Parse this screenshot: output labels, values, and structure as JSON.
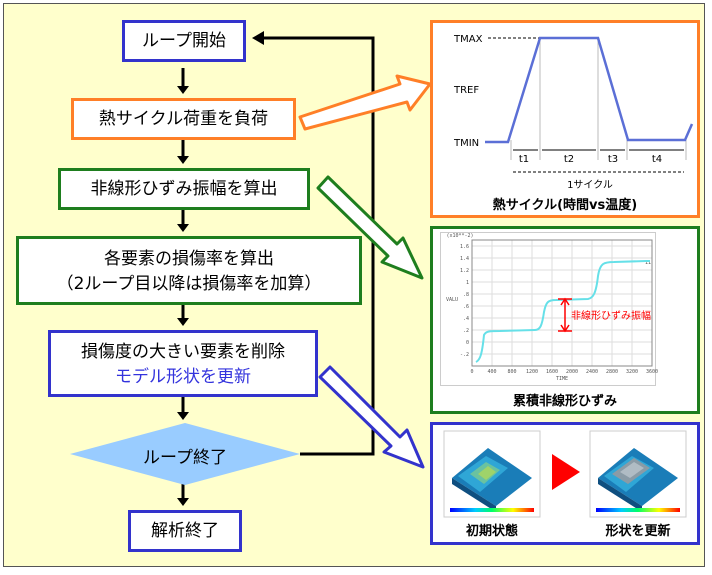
{
  "flow": {
    "loop_start": "ループ開始",
    "thermal_load": "熱サイクル荷重を負荷",
    "nonlinear": "非線形ひずみ振幅を算出",
    "damage_line1": "各要素の損傷率を算出",
    "damage_line2": "（2ループ目以降は損傷率を加算）",
    "delete_line1": "損傷度の大きい要素を削除",
    "delete_line2": "モデル形状を更新",
    "loop_end": "ループ終了",
    "analysis_end": "解析終了"
  },
  "thermal_panel": {
    "title": "熱サイクル(時間vs温度)",
    "y_labels": [
      "TMAX",
      "TREF",
      "TMIN"
    ],
    "interval_labels": [
      "t1",
      "t2",
      "t3",
      "t4"
    ],
    "cycle_label": "1サイクル"
  },
  "strain_panel": {
    "title": "累積非線形ひずみ",
    "annotation": "非線形ひずみ振幅",
    "y_ticks": [
      "1.6",
      "1.4",
      "1.2",
      "1",
      ".8",
      ".6",
      ".4",
      ".2",
      "0",
      "-.2"
    ],
    "x_ticks": [
      "0",
      "400",
      "800",
      "1200",
      "1600",
      "2000",
      "2400",
      "2800",
      "3200",
      "3600"
    ],
    "y_axis_label": "VALU",
    "x_axis_label": "TIME",
    "scale_label": "(x10**-2)",
    "series_label": "11"
  },
  "shape_panel": {
    "left_label": "初期状態",
    "right_label": "形状を更新"
  },
  "colors": {
    "blue": "#3333cc",
    "orange": "#ff7f27",
    "green": "#1e7e1e",
    "background": "#ffffcc",
    "diamond": "#99ccff",
    "red_arrow": "#ff0000",
    "curve": "#66e0e8"
  }
}
